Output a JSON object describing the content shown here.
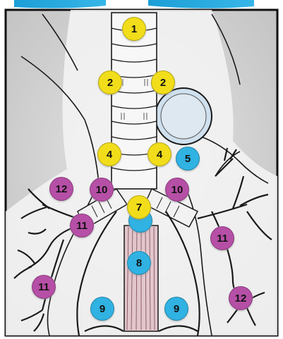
{
  "colors": {
    "yellow": "#f1dd1a",
    "blue": "#30b2e2",
    "purple": "#b64fa6",
    "background": "#d2d2d2",
    "border": "#111111"
  },
  "station_labels": {
    "s1": "1",
    "s2_right": "2",
    "s2_left": "2",
    "s4_right": "4",
    "s4_left": "4",
    "s5": "5",
    "s7": "7",
    "s8": "8",
    "s9_right": "9",
    "s9_left": "9",
    "s10_right": "10",
    "s10_left": "10",
    "s11_right_upper": "11",
    "s11_right_lower": "11",
    "s11_left": "11",
    "s12_right": "12",
    "s12_left": "12"
  }
}
